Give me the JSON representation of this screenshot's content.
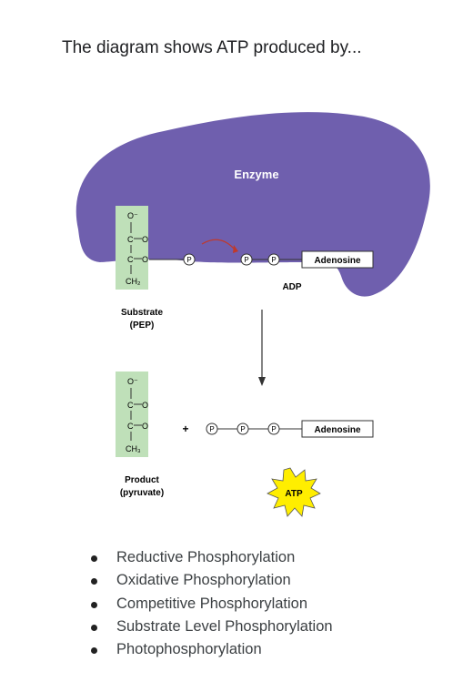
{
  "question": "The diagram shows ATP produced by...",
  "figure": {
    "enzyme_label": "Enzyme",
    "phosphate": "P",
    "adenosine": "Adenosine",
    "adp_label": "ADP",
    "substrate_label_line1": "Substrate",
    "substrate_label_line2": "(PEP)",
    "product_label_line1": "Product",
    "product_label_line2": "(pyruvate)",
    "plus": "+",
    "atp": "ATP",
    "pep_atoms": {
      "o_minus": "O⁻",
      "c1": "C",
      "o1": "O",
      "c2": "C",
      "o2": "O",
      "ch2": "CH₂"
    },
    "pyr_atoms": {
      "o_minus": "O⁻",
      "c1": "C",
      "o1": "O",
      "c2": "C",
      "o2": "O",
      "ch3": "CH₃"
    },
    "colors": {
      "enzyme": "#6f5fae",
      "molecule_box": "#bfe0b9",
      "starburst": "#ffee00",
      "arrow_red": "#c0392b"
    }
  },
  "options": [
    "Reductive Phosphorylation",
    "Oxidative Phosphorylation",
    "Competitive Phosphorylation",
    "Substrate Level Phosphorylation",
    "Photophosphorylation"
  ]
}
